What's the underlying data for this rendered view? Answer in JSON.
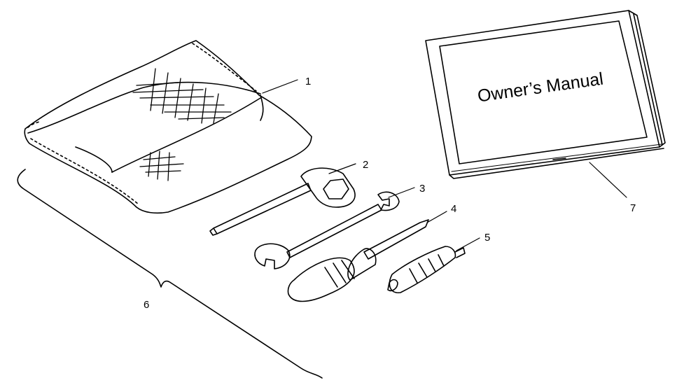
{
  "manual": {
    "title": "Owner’s Manual"
  },
  "callouts": [
    {
      "number": "1",
      "part": "tool-pouch"
    },
    {
      "number": "2",
      "part": "spark-plug-socket-wrench"
    },
    {
      "number": "3",
      "part": "open-end-wrench"
    },
    {
      "number": "4",
      "part": "screwdriver"
    },
    {
      "number": "5",
      "part": "screwdriver-bit"
    },
    {
      "number": "6",
      "part": "tool-kit-bracket"
    },
    {
      "number": "7",
      "part": "owners-manual"
    }
  ],
  "colors": {
    "ink": "#000000",
    "paper": "#ffffff"
  }
}
